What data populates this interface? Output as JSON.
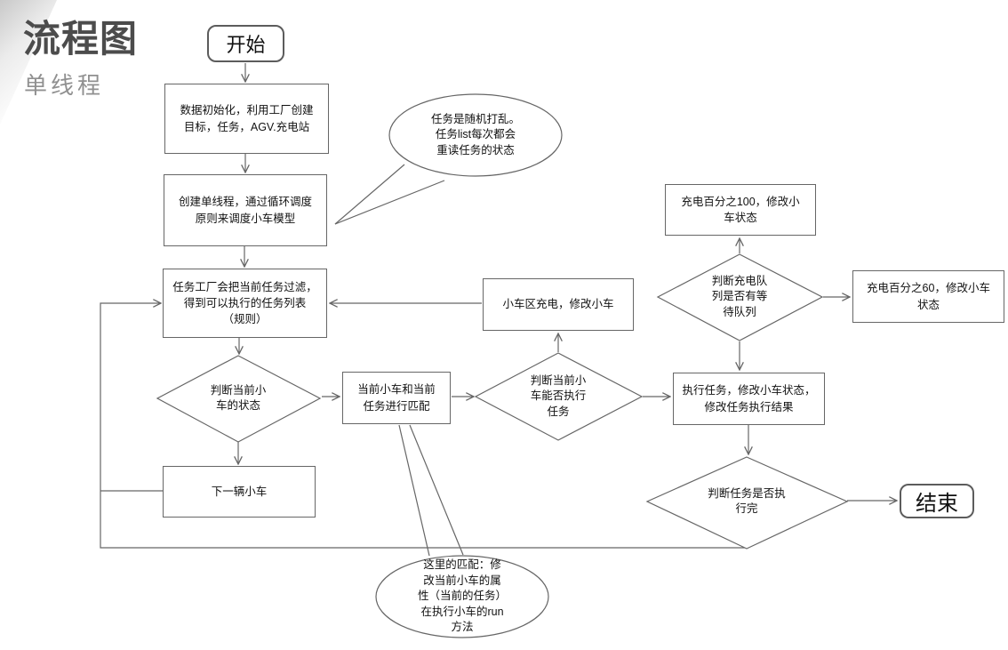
{
  "page": {
    "title": "流程图",
    "subtitle": "单线程"
  },
  "colors": {
    "background": "#ffffff",
    "stroke": "#666666",
    "text": "#111111",
    "title_text": "#4c4c4c",
    "subtitle_text": "#909090"
  },
  "nodes": {
    "start": {
      "type": "terminal",
      "lines": [
        "开始"
      ]
    },
    "init": {
      "type": "process",
      "lines": [
        "数据初始化，利用工厂创建",
        "目标，任务，AGV.充电站"
      ]
    },
    "thread": {
      "type": "process",
      "lines": [
        "创建单线程，通过循环调度",
        "原则来调度小车模型"
      ]
    },
    "filter": {
      "type": "process",
      "lines": [
        "任务工厂会把当前任务过滤，",
        "得到可以执行的任务列表",
        "（规则）"
      ]
    },
    "check_car": {
      "type": "decision",
      "lines": [
        "判断当前小",
        "车的状态"
      ]
    },
    "next_car": {
      "type": "process",
      "lines": [
        "下一辆小车"
      ]
    },
    "match": {
      "type": "process",
      "lines": [
        "当前小车和当前",
        "任务进行匹配"
      ]
    },
    "can_exec": {
      "type": "decision",
      "lines": [
        "判断当前小",
        "车能否执行",
        "任务"
      ]
    },
    "charge_area": {
      "type": "process",
      "lines": [
        "小车区充电，修改小车"
      ]
    },
    "charge_100": {
      "type": "process",
      "lines": [
        "充电百分之100，修改小",
        "车状态"
      ]
    },
    "charge_queue": {
      "type": "decision",
      "lines": [
        "判断充电队",
        "列是否有等",
        "待队列"
      ]
    },
    "charge_60": {
      "type": "process",
      "lines": [
        "充电百分之60，修改小车",
        "状态"
      ]
    },
    "exec_task": {
      "type": "process",
      "lines": [
        "执行任务，修改小车状态，",
        "修改任务执行结果"
      ]
    },
    "task_done": {
      "type": "decision",
      "lines": [
        "判断任务是否执",
        "行完"
      ]
    },
    "end": {
      "type": "terminal",
      "lines": [
        "结束"
      ]
    }
  },
  "notes": {
    "task_shuffle": {
      "lines": [
        "任务是随机打乱。",
        "任务list每次都会",
        "重读任务的状态"
      ]
    },
    "match_detail": {
      "lines": [
        "这里的匹配：修",
        "改当前小车的属",
        "性（当前的任务）",
        "在执行小车的run",
        "方法"
      ]
    }
  }
}
